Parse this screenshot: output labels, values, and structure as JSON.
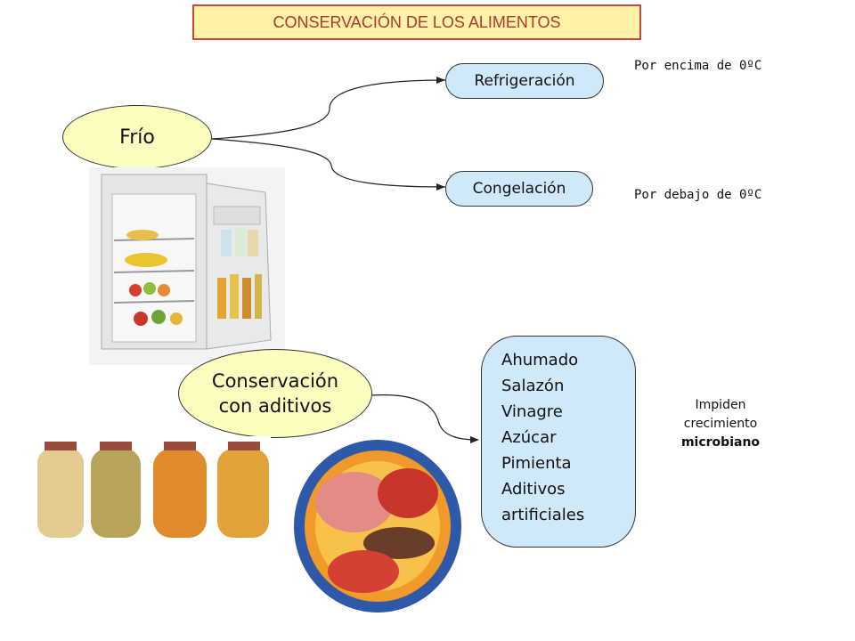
{
  "title": "CONSERVACIÓN DE LOS ALIMENTOS",
  "frio": "Frío",
  "refrigeracion": "Refrigeración",
  "congelacion": "Congelación",
  "por_encima": "Por encima de 0ºC",
  "por_debajo": "Por debajo de 0ºC",
  "aditivos_line1": "Conservación",
  "aditivos_line2": "con aditivos",
  "methods": [
    "Ahumado",
    "Salazón",
    "Vinagre",
    "Azúcar",
    "Pimienta",
    "Aditivos",
    "artificiales"
  ],
  "impiden_line1": "Impiden",
  "impiden_line2": "crecimiento",
  "impiden_line3": "microbiano"
}
